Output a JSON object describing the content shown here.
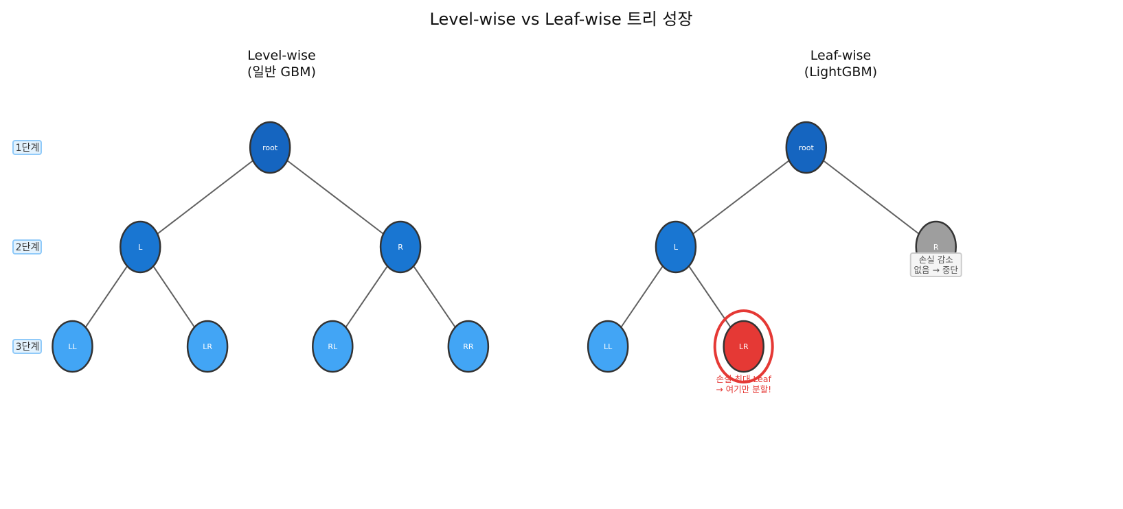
{
  "title": "Level-wise vs Leaf-wise 트리 성장",
  "panels": [
    {
      "title_line1": "Level-wise",
      "title_line2": "(일반 GBM)"
    },
    {
      "title_line1": "Leaf-wise",
      "title_line2": "(LightGBM)"
    }
  ],
  "stages": [
    "1단계",
    "2단계",
    "3단계"
  ],
  "colors": {
    "root": "#1565C0",
    "level2": "#1976D2",
    "leaf": "#42A5F5",
    "highlight": "#E53935",
    "stopped": "#9E9E9E",
    "edge": "#616161",
    "stroke": "#333333"
  },
  "level_wise": {
    "nodes": [
      {
        "id": "root",
        "label": "root",
        "kind": "root"
      },
      {
        "id": "L",
        "label": "L",
        "kind": "level2",
        "parent": "root"
      },
      {
        "id": "R",
        "label": "R",
        "kind": "level2",
        "parent": "root"
      },
      {
        "id": "LL",
        "label": "LL",
        "kind": "leaf",
        "parent": "L"
      },
      {
        "id": "LR",
        "label": "LR",
        "kind": "leaf",
        "parent": "L"
      },
      {
        "id": "RL",
        "label": "RL",
        "kind": "leaf",
        "parent": "R"
      },
      {
        "id": "RR",
        "label": "RR",
        "kind": "leaf",
        "parent": "R"
      }
    ]
  },
  "leaf_wise": {
    "nodes": [
      {
        "id": "root",
        "label": "root",
        "kind": "root"
      },
      {
        "id": "L",
        "label": "L",
        "kind": "level2",
        "parent": "root"
      },
      {
        "id": "R",
        "label": "R",
        "kind": "stopped",
        "parent": "root"
      },
      {
        "id": "LL",
        "label": "LL",
        "kind": "leaf",
        "parent": "L"
      },
      {
        "id": "LR",
        "label": "LR",
        "kind": "highlight",
        "parent": "L"
      }
    ],
    "stopped_note": [
      "손실 감소",
      "없음 → 중단"
    ],
    "highlight_note": [
      "손실 최대 Leaf",
      "→ 여기만 분할!"
    ]
  }
}
